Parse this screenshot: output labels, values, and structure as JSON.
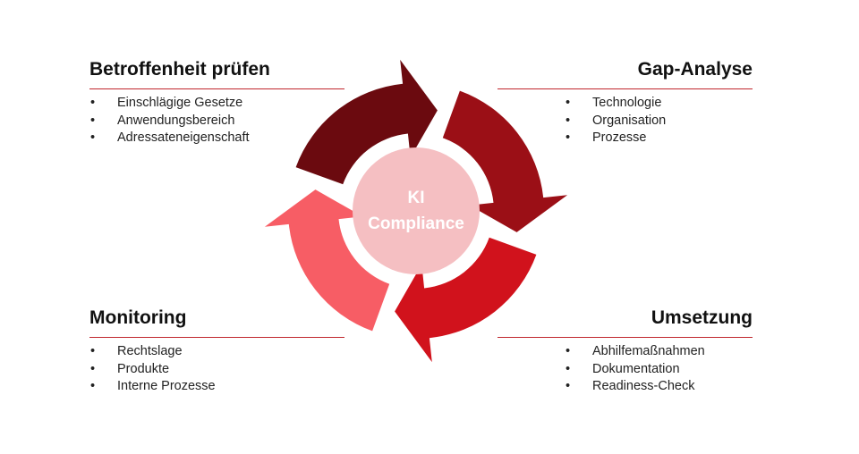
{
  "colors": {
    "arrow_top": "#6b0a0f",
    "arrow_right": "#9b0f16",
    "arrow_bottom": "#d1121c",
    "arrow_left": "#f75d65",
    "center": "#f5bfc2",
    "divider": "#c0272d"
  },
  "center": {
    "line1": "KI",
    "line2": "Compliance"
  },
  "quadrants": {
    "top_left": {
      "title": "Betroffenheit prüfen",
      "items": [
        "Einschlägige Gesetze",
        "Anwendungsbereich",
        "Adressateneigenschaft"
      ]
    },
    "top_right": {
      "title": "Gap-Analyse",
      "items": [
        "Technologie",
        "Organisation",
        "Prozesse"
      ]
    },
    "bottom_left": {
      "title": "Monitoring",
      "items": [
        "Rechtslage",
        "Produkte",
        "Interne Prozesse"
      ]
    },
    "bottom_right": {
      "title": "Umsetzung",
      "items": [
        "Abhilfemaßnahmen",
        "Dokumentation",
        "Readiness-Check"
      ]
    }
  },
  "bullet_char": "•"
}
